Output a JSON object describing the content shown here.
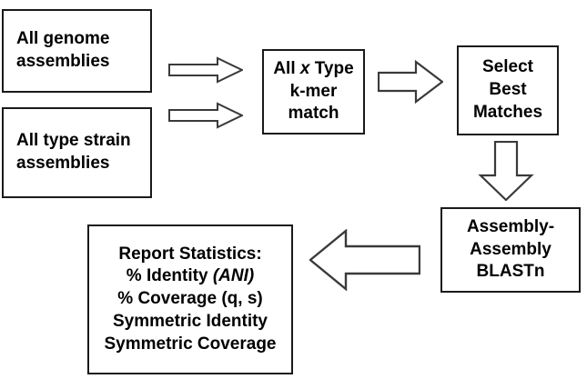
{
  "diagram": {
    "title": "Genome assembly k-mer match and ANI BLASTn workflow",
    "background_color": "#ffffff",
    "stroke_color": "#1a1a1a",
    "text_color": "#000000"
  },
  "nodes": {
    "genome_assemblies": {
      "lines": [
        "All genome",
        "assemblies"
      ]
    },
    "type_strain_assemblies": {
      "lines": [
        "All type strain",
        "assemblies"
      ]
    },
    "kmer_match": {
      "line1_prefix": "All ",
      "line1_italic": "x",
      "line1_suffix": " Type",
      "line2": "k-mer",
      "line3": "match"
    },
    "select_best_matches": {
      "lines": [
        "Select",
        "Best",
        "Matches"
      ]
    },
    "assembly_blastn": {
      "lines": [
        "Assembly-",
        "Assembly",
        "BLASTn"
      ]
    },
    "report_statistics": {
      "line1": "Report Statistics:",
      "line2_prefix": "% Identity ",
      "line2_bolditalic": "(ANI)",
      "line3": "% Coverage (q, s)",
      "line4": "Symmetric Identity",
      "line5": "Symmetric Coverage"
    }
  },
  "arrows": [
    {
      "name": "genome-to-kmer-arrow",
      "direction": "right"
    },
    {
      "name": "type-strain-to-kmer-arrow",
      "direction": "right"
    },
    {
      "name": "kmer-to-select-arrow",
      "direction": "right"
    },
    {
      "name": "select-to-blast-arrow",
      "direction": "down"
    },
    {
      "name": "blast-to-report-arrow",
      "direction": "left"
    }
  ]
}
